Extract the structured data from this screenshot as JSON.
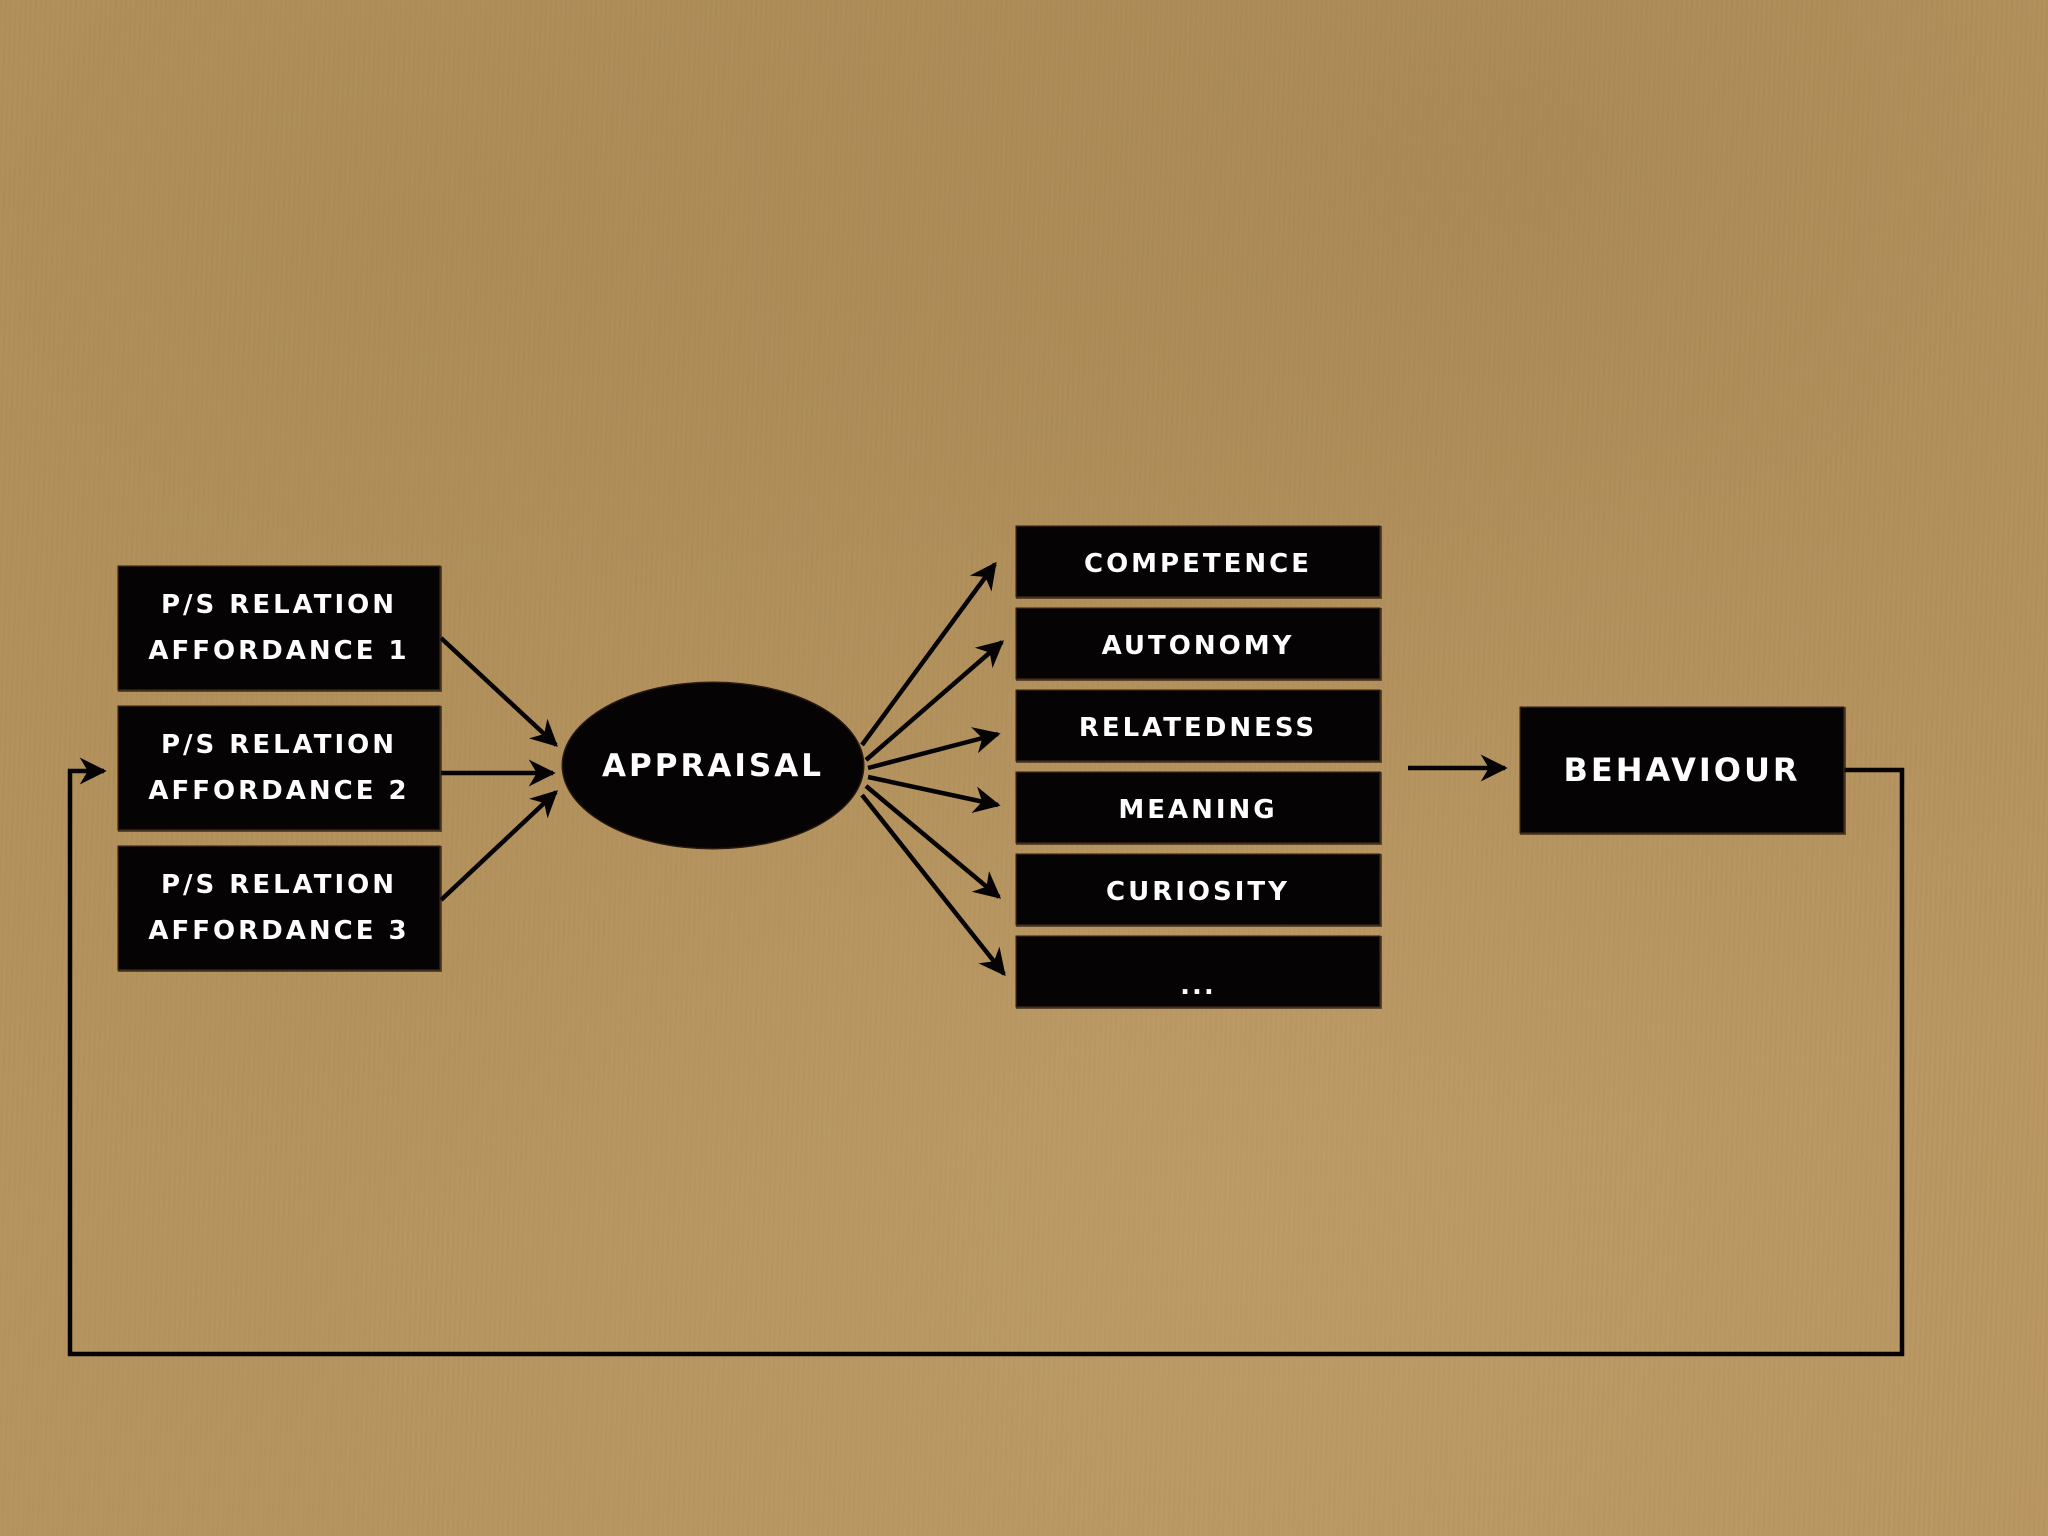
{
  "diagram": {
    "inputs": [
      {
        "line1": "P/S RELATION",
        "line2": "AFFORDANCE 1"
      },
      {
        "line1": "P/S RELATION",
        "line2": "AFFORDANCE 2"
      },
      {
        "line1": "P/S RELATION",
        "line2": "AFFORDANCE 3"
      }
    ],
    "appraisal": "APPRAISAL",
    "needs": [
      {
        "label": "COMPETENCE"
      },
      {
        "label": "AUTONOMY"
      },
      {
        "label": "RELATEDNESS"
      },
      {
        "label": "MEANING"
      },
      {
        "label": "CURIOSITY"
      },
      {
        "label": "..."
      }
    ],
    "output": "BEHAVIOUR",
    "feedback_loop": "BEHAVIOUR feeds back to P/S RELATION AFFORDANCE 2",
    "colors": {
      "background": "#b8955f",
      "box_fill": "#050303",
      "box_text": "#ffffff",
      "line": "#050303"
    }
  }
}
